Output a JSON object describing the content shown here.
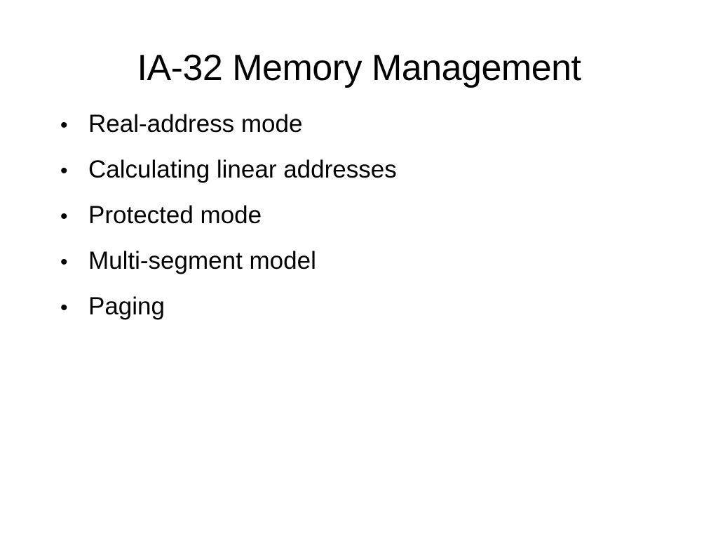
{
  "slide": {
    "title": "IA-32 Memory Management",
    "bullet_glyph": "•",
    "bullets": [
      {
        "text": "Real-address mode"
      },
      {
        "text": "Calculating linear addresses"
      },
      {
        "text": "Protected mode"
      },
      {
        "text": "Multi-segment model"
      },
      {
        "text": "Paging"
      }
    ]
  }
}
